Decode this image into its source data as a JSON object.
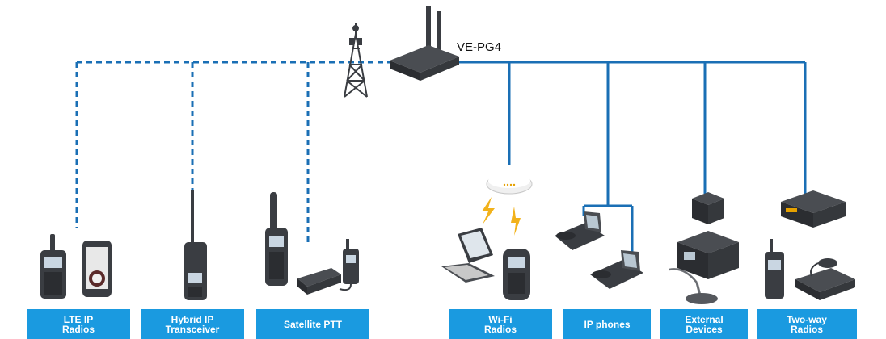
{
  "router": {
    "label": "VE-PG4"
  },
  "categories": [
    {
      "line1": "LTE IP",
      "line2": "Radios"
    },
    {
      "line1": "Hybrid IP",
      "line2": "Transceiver"
    },
    {
      "line1": "Satellite PTT",
      "line2": ""
    },
    {
      "line1": "Wi-Fi",
      "line2": "Radios"
    },
    {
      "line1": "IP phones",
      "line2": ""
    },
    {
      "line1": "External",
      "line2": "Devices"
    },
    {
      "line1": "Two-way",
      "line2": "Radios"
    }
  ],
  "colors": {
    "accent": "#1a9ae0",
    "link": "#1a6fb5",
    "dashed_link": "#1a6fb5",
    "device": "#3a3d42",
    "spark": "#f2b21b"
  }
}
